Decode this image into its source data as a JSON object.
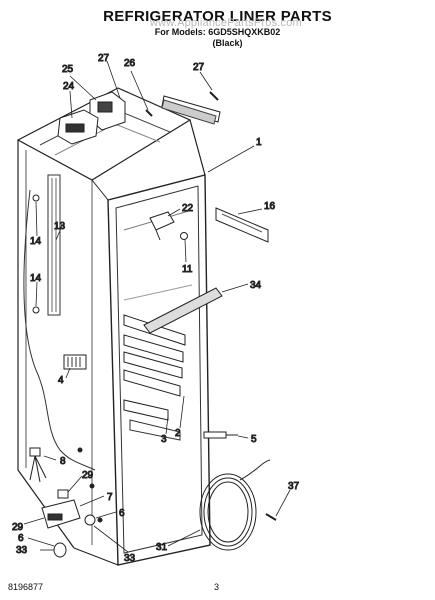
{
  "header": {
    "title": "REFRIGERATOR LINER PARTS",
    "models_line": "For Models: 6GD5SHQXKB02",
    "color_line": "(Black)",
    "watermark": "www.AppliancePartsPros.com"
  },
  "footer": {
    "doc_number": "8196877",
    "page_number": "3"
  },
  "callouts": {
    "c25": "25",
    "c27a": "27",
    "c26": "26",
    "c27b": "27",
    "c24": "24",
    "c1": "1",
    "c22": "22",
    "c16": "16",
    "c13": "13",
    "c14a": "14",
    "c11": "11",
    "c14b": "14",
    "c34": "34",
    "c4": "4",
    "c3": "3",
    "c2": "2",
    "c5": "5",
    "c8": "8",
    "c29a": "29",
    "c7": "7",
    "c6a": "6",
    "c29b": "29",
    "c6b": "6",
    "c33a": "33",
    "c33b": "33",
    "c37": "37",
    "c31": "31"
  }
}
